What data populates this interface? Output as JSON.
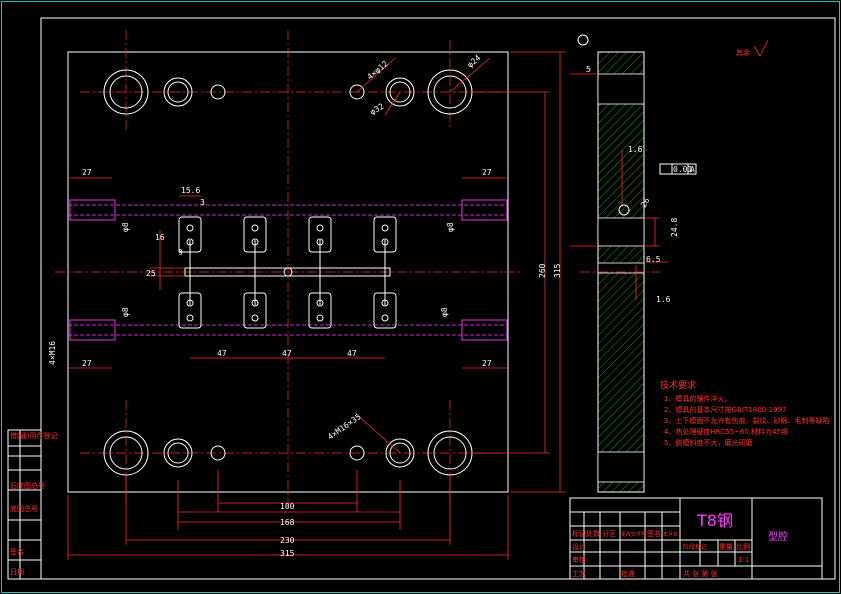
{
  "drawing": {
    "part_name": "型腔",
    "material": "T8钢",
    "scale": "1:1",
    "roughness_note": "其余",
    "tech_title": "技术要求",
    "tech_items": [
      "1、模具的镶件淬火。",
      "2、模具的基本尺寸按GB/T1800-1997",
      "3、上下模面不允许有伤痕、裂纹、砂眼、毛刺等缺陷",
      "4、热处理硬度HRC55~60,材料为45钢",
      "5、脱模斜度不大，磨光研磨"
    ],
    "dimensions": {
      "d1": "27",
      "d2": "27",
      "d3": "27",
      "d4": "27",
      "d5": "15.6",
      "d6": "47",
      "d7": "47",
      "d8": "47",
      "d9": "100",
      "d10": "168",
      "d11": "230",
      "d12": "315",
      "d13": "260",
      "d14": "315",
      "d15": "4×M16",
      "d16": "4×M16×35",
      "d17": "φ24",
      "d18": "φ32",
      "d19": "4×φ12",
      "d20": "φ8",
      "d21": "φ8",
      "d22": "φ8",
      "d23": "φ8",
      "d24": "25",
      "d25": "16",
      "d26": "9",
      "d27": "3",
      "d28": "5",
      "d29": "6.5",
      "d30": "24.8",
      "d31": "26",
      "d32": "0.01",
      "d33": "A",
      "d34": "1.6",
      "d35": "1.6"
    },
    "title_block": {
      "marks": [
        "标记",
        "处数",
        "分区",
        "更改文件号",
        "签名",
        "年月日"
      ],
      "roles": [
        "设计",
        "审核",
        "工艺",
        "批准"
      ],
      "stage": "阶段标记",
      "weight": "重量",
      "ratio": "比例",
      "sheets": "共 张  第 张"
    },
    "side_labels": [
      "借(通)用件登记",
      "旧底图总号",
      "底图总号",
      "签名",
      "日期"
    ]
  }
}
